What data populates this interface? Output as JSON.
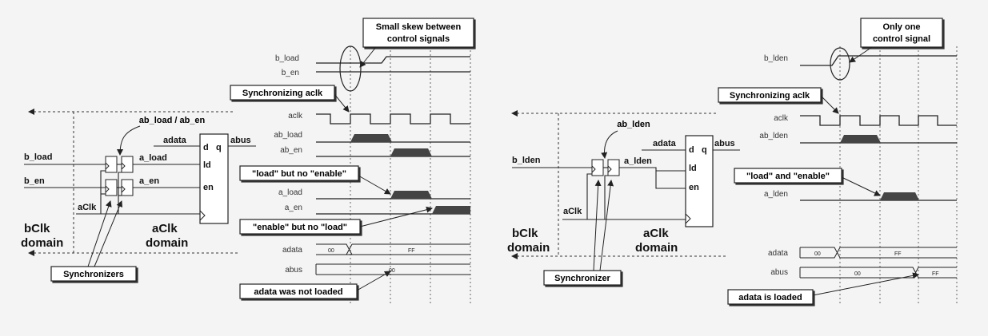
{
  "left": {
    "callouts": {
      "skew": [
        "Small skew between",
        "control signals"
      ],
      "sync": "Synchronizing aclk",
      "load_no_enable": "\"load\" but no \"enable\"",
      "enable_no_load": "\"enable\" but no \"load\"",
      "not_loaded": "adata was not loaded",
      "synchronizers": "Synchronizers"
    },
    "signals": {
      "b_load": "b_load",
      "b_en": "b_en",
      "aclk": "aclk",
      "ab_load": "ab_load",
      "ab_en": "ab_en",
      "a_load": "a_load",
      "a_en": "a_en",
      "adata": "adata",
      "abus": "abus"
    },
    "bus_values": {
      "adata_00": "00",
      "adata_ff": "FF",
      "abus_00": "00"
    },
    "circuit": {
      "ab_label": "ab_load / ab_en",
      "adata": "adata",
      "abus": "abus",
      "b_load": "b_load",
      "b_en": "b_en",
      "a_load": "a_load",
      "a_en": "a_en",
      "aclk_in": "aClk",
      "reg_d": "d",
      "reg_q": "q",
      "reg_ld": "ld",
      "reg_en": "en"
    },
    "domains": {
      "bclk": [
        "bClk",
        "domain"
      ],
      "aclk": [
        "aClk",
        "domain"
      ]
    }
  },
  "right": {
    "callouts": {
      "one_signal": [
        "Only one",
        "control signal"
      ],
      "sync": "Synchronizing aclk",
      "load_and_enable": "\"load\" and \"enable\"",
      "is_loaded": "adata is loaded",
      "synchronizer": "Synchronizer"
    },
    "signals": {
      "b_lden": "b_lden",
      "aclk": "aclk",
      "ab_lden": "ab_lden",
      "a_lden": "a_lden",
      "adata": "adata",
      "abus": "abus"
    },
    "bus_values": {
      "adata_00": "00",
      "adata_ff": "FF",
      "abus_00": "00",
      "abus_ff": "FF"
    },
    "circuit": {
      "ab_label": "ab_lden",
      "adata": "adata",
      "abus": "abus",
      "b_lden": "b_lden",
      "a_lden": "a_lden",
      "aclk_in": "aClk",
      "reg_d": "d",
      "reg_q": "q",
      "reg_ld": "ld",
      "reg_en": "en"
    },
    "domains": {
      "bclk": [
        "bClk",
        "domain"
      ],
      "aclk": [
        "aClk",
        "domain"
      ]
    }
  }
}
